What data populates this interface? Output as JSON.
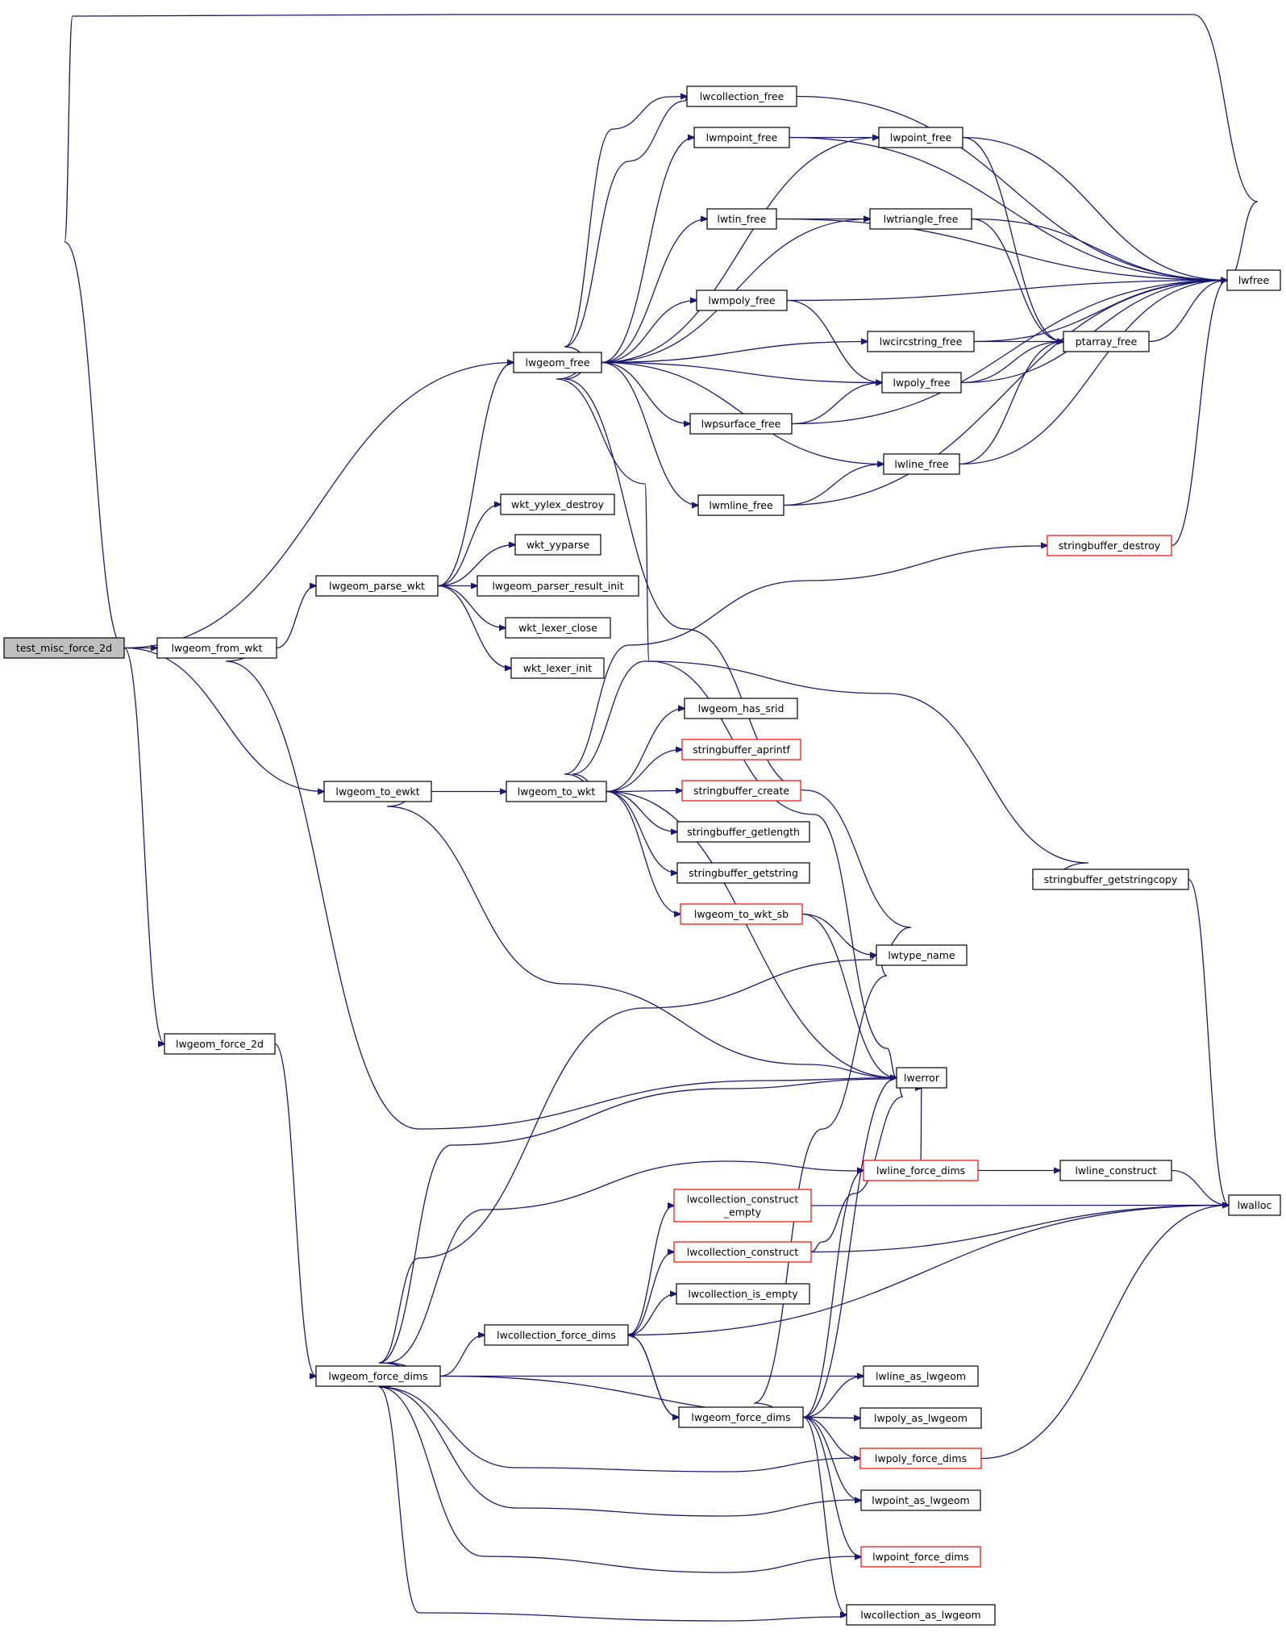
{
  "graph": {
    "title": "",
    "colors": {
      "edge": "#191970",
      "node_border": "#000000",
      "external_border": "#ff0000",
      "root_fill": "#bfbfbf",
      "node_fill": "#ffffff"
    },
    "nodes": [
      {
        "id": "test_misc_force_2d",
        "label": "test_misc_force_2d",
        "root": true
      },
      {
        "id": "lwgeom_from_wkt",
        "label": "lwgeom_from_wkt"
      },
      {
        "id": "lwgeom_parse_wkt",
        "label": "lwgeom_parse_wkt"
      },
      {
        "id": "lwgeom_free",
        "label": "lwgeom_free"
      },
      {
        "id": "lwgeom_to_ewkt",
        "label": "lwgeom_to_ewkt"
      },
      {
        "id": "lwgeom_to_wkt",
        "label": "lwgeom_to_wkt"
      },
      {
        "id": "lwgeom_force_2d",
        "label": "lwgeom_force_2d"
      },
      {
        "id": "lwgeom_force_dims_a",
        "label": "lwgeom_force_dims"
      },
      {
        "id": "lwcollection_force_dims",
        "label": "lwcollection_force_dims"
      },
      {
        "id": "lwgeom_force_dims_b",
        "label": "lwgeom_force_dims"
      },
      {
        "id": "wkt_yylex_destroy",
        "label": "wkt_yylex_destroy"
      },
      {
        "id": "wkt_yyparse",
        "label": "wkt_yyparse"
      },
      {
        "id": "lwgeom_parser_result_init",
        "label": "lwgeom_parser_result_init"
      },
      {
        "id": "wkt_lexer_close",
        "label": "wkt_lexer_close"
      },
      {
        "id": "wkt_lexer_init",
        "label": "wkt_lexer_init"
      },
      {
        "id": "lwcollection_free",
        "label": "lwcollection_free"
      },
      {
        "id": "lwmpoint_free",
        "label": "lwmpoint_free"
      },
      {
        "id": "lwtin_free",
        "label": "lwtin_free"
      },
      {
        "id": "lwmpoly_free",
        "label": "lwmpoly_free"
      },
      {
        "id": "lwpsurface_free",
        "label": "lwpsurface_free"
      },
      {
        "id": "lwmline_free",
        "label": "lwmline_free"
      },
      {
        "id": "lwpoint_free",
        "label": "lwpoint_free"
      },
      {
        "id": "lwtriangle_free",
        "label": "lwtriangle_free"
      },
      {
        "id": "lwcircstring_free",
        "label": "lwcircstring_free"
      },
      {
        "id": "lwpoly_free",
        "label": "lwpoly_free"
      },
      {
        "id": "lwline_free",
        "label": "lwline_free"
      },
      {
        "id": "ptarray_free",
        "label": "ptarray_free"
      },
      {
        "id": "lwfree",
        "label": "lwfree"
      },
      {
        "id": "stringbuffer_destroy",
        "label": "stringbuffer_destroy",
        "external": true
      },
      {
        "id": "lwgeom_has_srid",
        "label": "lwgeom_has_srid"
      },
      {
        "id": "stringbuffer_aprintf",
        "label": "stringbuffer_aprintf",
        "external": true
      },
      {
        "id": "stringbuffer_create",
        "label": "stringbuffer_create",
        "external": true
      },
      {
        "id": "stringbuffer_getlength",
        "label": "stringbuffer_getlength"
      },
      {
        "id": "stringbuffer_getstring",
        "label": "stringbuffer_getstring"
      },
      {
        "id": "lwgeom_to_wkt_sb",
        "label": "lwgeom_to_wkt_sb",
        "external": true
      },
      {
        "id": "stringbuffer_getstringcopy",
        "label": "stringbuffer_getstringcopy"
      },
      {
        "id": "lwtype_name",
        "label": "lwtype_name"
      },
      {
        "id": "lwerror",
        "label": "lwerror"
      },
      {
        "id": "lwline_force_dims",
        "label": "lwline_force_dims",
        "external": true
      },
      {
        "id": "lwline_construct",
        "label": "lwline_construct"
      },
      {
        "id": "lwalloc",
        "label": "lwalloc"
      },
      {
        "id": "lwcollection_construct_empty",
        "label": [
          "lwcollection_construct",
          "_empty"
        ],
        "external": true
      },
      {
        "id": "lwcollection_construct",
        "label": "lwcollection_construct",
        "external": true
      },
      {
        "id": "lwcollection_is_empty",
        "label": "lwcollection_is_empty"
      },
      {
        "id": "lwline_as_lwgeom",
        "label": "lwline_as_lwgeom"
      },
      {
        "id": "lwpoly_as_lwgeom",
        "label": "lwpoly_as_lwgeom"
      },
      {
        "id": "lwpoly_force_dims",
        "label": "lwpoly_force_dims",
        "external": true
      },
      {
        "id": "lwpoint_as_lwgeom",
        "label": "lwpoint_as_lwgeom"
      },
      {
        "id": "lwpoint_force_dims",
        "label": "lwpoint_force_dims",
        "external": true
      },
      {
        "id": "lwcollection_as_lwgeom",
        "label": "lwcollection_as_lwgeom"
      }
    ],
    "edges": [
      [
        "test_misc_force_2d",
        "lwfree"
      ],
      [
        "test_misc_force_2d",
        "lwgeom_free"
      ],
      [
        "test_misc_force_2d",
        "lwgeom_from_wkt"
      ],
      [
        "test_misc_force_2d",
        "lwgeom_to_ewkt"
      ],
      [
        "test_misc_force_2d",
        "lwgeom_force_2d"
      ],
      [
        "lwgeom_from_wkt",
        "lwgeom_parse_wkt"
      ],
      [
        "lwgeom_from_wkt",
        "lwerror"
      ],
      [
        "lwgeom_parse_wkt",
        "lwgeom_free"
      ],
      [
        "lwgeom_parse_wkt",
        "wkt_yylex_destroy"
      ],
      [
        "lwgeom_parse_wkt",
        "wkt_yyparse"
      ],
      [
        "lwgeom_parse_wkt",
        "lwgeom_parser_result_init"
      ],
      [
        "lwgeom_parse_wkt",
        "wkt_lexer_close"
      ],
      [
        "lwgeom_parse_wkt",
        "wkt_lexer_init"
      ],
      [
        "lwgeom_free",
        "lwcollection_free"
      ],
      [
        "lwgeom_free",
        "lwmpoint_free"
      ],
      [
        "lwgeom_free",
        "lwpoint_free"
      ],
      [
        "lwgeom_free",
        "lwtin_free"
      ],
      [
        "lwgeom_free",
        "lwtriangle_free"
      ],
      [
        "lwgeom_free",
        "lwmpoly_free"
      ],
      [
        "lwgeom_free",
        "lwcircstring_free"
      ],
      [
        "lwgeom_free",
        "lwpoly_free"
      ],
      [
        "lwgeom_free",
        "lwpsurface_free"
      ],
      [
        "lwgeom_free",
        "lwline_free"
      ],
      [
        "lwgeom_free",
        "lwmline_free"
      ],
      [
        "lwgeom_free",
        "lwtype_name"
      ],
      [
        "lwgeom_free",
        "lwerror"
      ],
      [
        "lwcollection_free",
        "lwgeom_free"
      ],
      [
        "lwcollection_free",
        "lwfree"
      ],
      [
        "lwmpoint_free",
        "lwpoint_free"
      ],
      [
        "lwmpoint_free",
        "lwfree"
      ],
      [
        "lwpoint_free",
        "lwfree"
      ],
      [
        "lwpoint_free",
        "ptarray_free"
      ],
      [
        "lwtin_free",
        "lwtriangle_free"
      ],
      [
        "lwtin_free",
        "lwfree"
      ],
      [
        "lwtriangle_free",
        "lwfree"
      ],
      [
        "lwtriangle_free",
        "ptarray_free"
      ],
      [
        "lwmpoly_free",
        "lwfree"
      ],
      [
        "lwmpoly_free",
        "lwpoly_free"
      ],
      [
        "lwcircstring_free",
        "ptarray_free"
      ],
      [
        "lwcircstring_free",
        "lwfree"
      ],
      [
        "lwpoly_free",
        "ptarray_free"
      ],
      [
        "lwpoly_free",
        "lwfree"
      ],
      [
        "lwpsurface_free",
        "lwpoly_free"
      ],
      [
        "lwpsurface_free",
        "lwfree"
      ],
      [
        "lwline_free",
        "ptarray_free"
      ],
      [
        "lwline_free",
        "lwfree"
      ],
      [
        "lwmline_free",
        "lwline_free"
      ],
      [
        "lwmline_free",
        "lwfree"
      ],
      [
        "ptarray_free",
        "lwfree"
      ],
      [
        "stringbuffer_destroy",
        "lwfree"
      ],
      [
        "lwgeom_to_ewkt",
        "lwgeom_to_wkt"
      ],
      [
        "lwgeom_to_ewkt",
        "lwerror"
      ],
      [
        "lwgeom_to_wkt",
        "stringbuffer_destroy"
      ],
      [
        "lwgeom_to_wkt",
        "stringbuffer_getstringcopy"
      ],
      [
        "lwgeom_to_wkt",
        "lwgeom_has_srid"
      ],
      [
        "lwgeom_to_wkt",
        "stringbuffer_aprintf"
      ],
      [
        "lwgeom_to_wkt",
        "stringbuffer_create"
      ],
      [
        "lwgeom_to_wkt",
        "stringbuffer_getlength"
      ],
      [
        "lwgeom_to_wkt",
        "stringbuffer_getstring"
      ],
      [
        "lwgeom_to_wkt",
        "lwgeom_to_wkt_sb"
      ],
      [
        "lwgeom_to_wkt",
        "lwerror"
      ],
      [
        "lwgeom_to_wkt_sb",
        "lwtype_name"
      ],
      [
        "lwgeom_to_wkt_sb",
        "lwerror"
      ],
      [
        "stringbuffer_getstringcopy",
        "lwalloc"
      ],
      [
        "lwgeom_force_2d",
        "lwgeom_force_dims_a"
      ],
      [
        "lwgeom_force_dims_a",
        "lwtype_name"
      ],
      [
        "lwgeom_force_dims_a",
        "lwerror"
      ],
      [
        "lwgeom_force_dims_a",
        "lwline_force_dims"
      ],
      [
        "lwgeom_force_dims_a",
        "lwcollection_force_dims"
      ],
      [
        "lwgeom_force_dims_a",
        "lwline_as_lwgeom"
      ],
      [
        "lwgeom_force_dims_a",
        "lwpoly_as_lwgeom"
      ],
      [
        "lwgeom_force_dims_a",
        "lwpoly_force_dims"
      ],
      [
        "lwgeom_force_dims_a",
        "lwpoint_as_lwgeom"
      ],
      [
        "lwgeom_force_dims_a",
        "lwpoint_force_dims"
      ],
      [
        "lwgeom_force_dims_a",
        "lwcollection_as_lwgeom"
      ],
      [
        "lwcollection_force_dims",
        "lwcollection_construct_empty"
      ],
      [
        "lwcollection_force_dims",
        "lwcollection_construct"
      ],
      [
        "lwcollection_force_dims",
        "lwcollection_is_empty"
      ],
      [
        "lwcollection_force_dims",
        "lwalloc"
      ],
      [
        "lwcollection_force_dims",
        "lwgeom_force_dims_b"
      ],
      [
        "lwgeom_force_dims_b",
        "lwcollection_force_dims"
      ],
      [
        "lwgeom_force_dims_b",
        "lwtype_name"
      ],
      [
        "lwgeom_force_dims_b",
        "lwerror"
      ],
      [
        "lwgeom_force_dims_b",
        "lwline_force_dims"
      ],
      [
        "lwgeom_force_dims_b",
        "lwline_as_lwgeom"
      ],
      [
        "lwgeom_force_dims_b",
        "lwpoly_as_lwgeom"
      ],
      [
        "lwgeom_force_dims_b",
        "lwpoly_force_dims"
      ],
      [
        "lwgeom_force_dims_b",
        "lwpoint_as_lwgeom"
      ],
      [
        "lwgeom_force_dims_b",
        "lwpoint_force_dims"
      ],
      [
        "lwgeom_force_dims_b",
        "lwcollection_as_lwgeom"
      ],
      [
        "lwline_force_dims",
        "lwline_construct"
      ],
      [
        "lwline_force_dims",
        "lwerror"
      ],
      [
        "lwline_construct",
        "lwalloc"
      ],
      [
        "lwcollection_construct_empty",
        "lwalloc"
      ],
      [
        "lwcollection_construct",
        "lwalloc"
      ],
      [
        "lwcollection_construct",
        "lwerror"
      ],
      [
        "lwpoly_force_dims",
        "lwalloc"
      ]
    ]
  }
}
